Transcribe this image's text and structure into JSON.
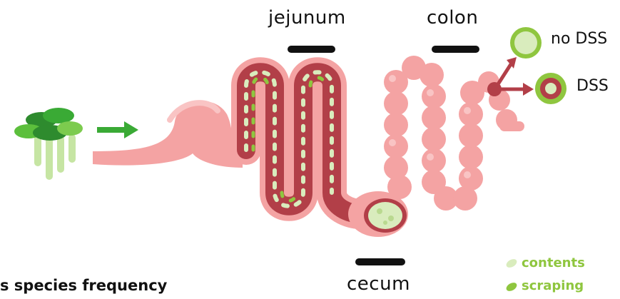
{
  "labels": {
    "jejunum": "jejunum",
    "colon": "colon",
    "cecum": "cecum",
    "no_dss": "no DSS",
    "dss": "DSS",
    "contents": "contents",
    "scraping": "scraping",
    "caption": "s species frequency"
  },
  "colors": {
    "gut": "#f4a3a3",
    "gut_light": "#f9c4c4",
    "gut_dark": "#b23f48",
    "contents": "#d9ecbd",
    "scraping": "#8fc63f",
    "arrow_green": "#3aaa35",
    "arrow_red": "#b23f48",
    "bar": "#111111"
  },
  "icons": [
    "bacteria-cluster-icon",
    "arrow-right-icon",
    "arrow-icon"
  ]
}
